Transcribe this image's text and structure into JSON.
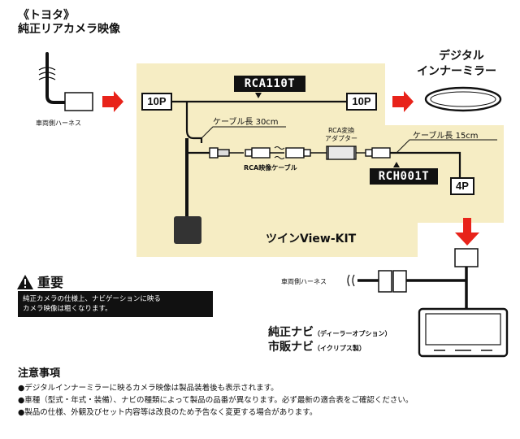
{
  "source": {
    "maker": "《トヨタ》",
    "title": "純正リアカメラ映像",
    "harness_label": "車両側ハーネス"
  },
  "mirror": {
    "line1": "デジタル",
    "line2": "インナーミラー"
  },
  "kit": {
    "name": "ツインView-KIT",
    "connector_left": "10P",
    "connector_right": "10P",
    "part_main": "RCA110T",
    "cable_length_30": "ケーブル長 30cm",
    "rca_video_cable": "RCA映像ケーブル",
    "rca_adapter_line1": "RCA変換",
    "rca_adapter_line2": "アダプター",
    "cable_length_15": "ケーブル長 15cm",
    "part_sub": "RCH001T",
    "connector_4p": "4P"
  },
  "important": {
    "title": "重要",
    "text_line1": "純正カメラの仕様上、ナビゲーションに映る",
    "text_line2": "カメラ映像は粗くなります。"
  },
  "navi": {
    "harness_label": "車両側ハーネス",
    "dealer_main": "純正ナビ",
    "dealer_sub": "（ディーラーオプション）",
    "market_main": "市販ナビ",
    "market_sub": "（イクリプス製）"
  },
  "notes": {
    "title": "注意事項",
    "items": [
      "●デジタルインナーミラーに映るカメラ映像は製品装着後も表示されます。",
      "●車種（型式・年式・装備）、ナビの種類によって製品の品番が異なります。必ず最新の適合表をご確認ください。",
      "●製品の仕様、外観及びセット内容等は改良のため予告なく変更する場合があります。"
    ]
  },
  "colors": {
    "kit_background": "#f6edc4",
    "arrow": "#e8231a",
    "dark": "#111111"
  }
}
